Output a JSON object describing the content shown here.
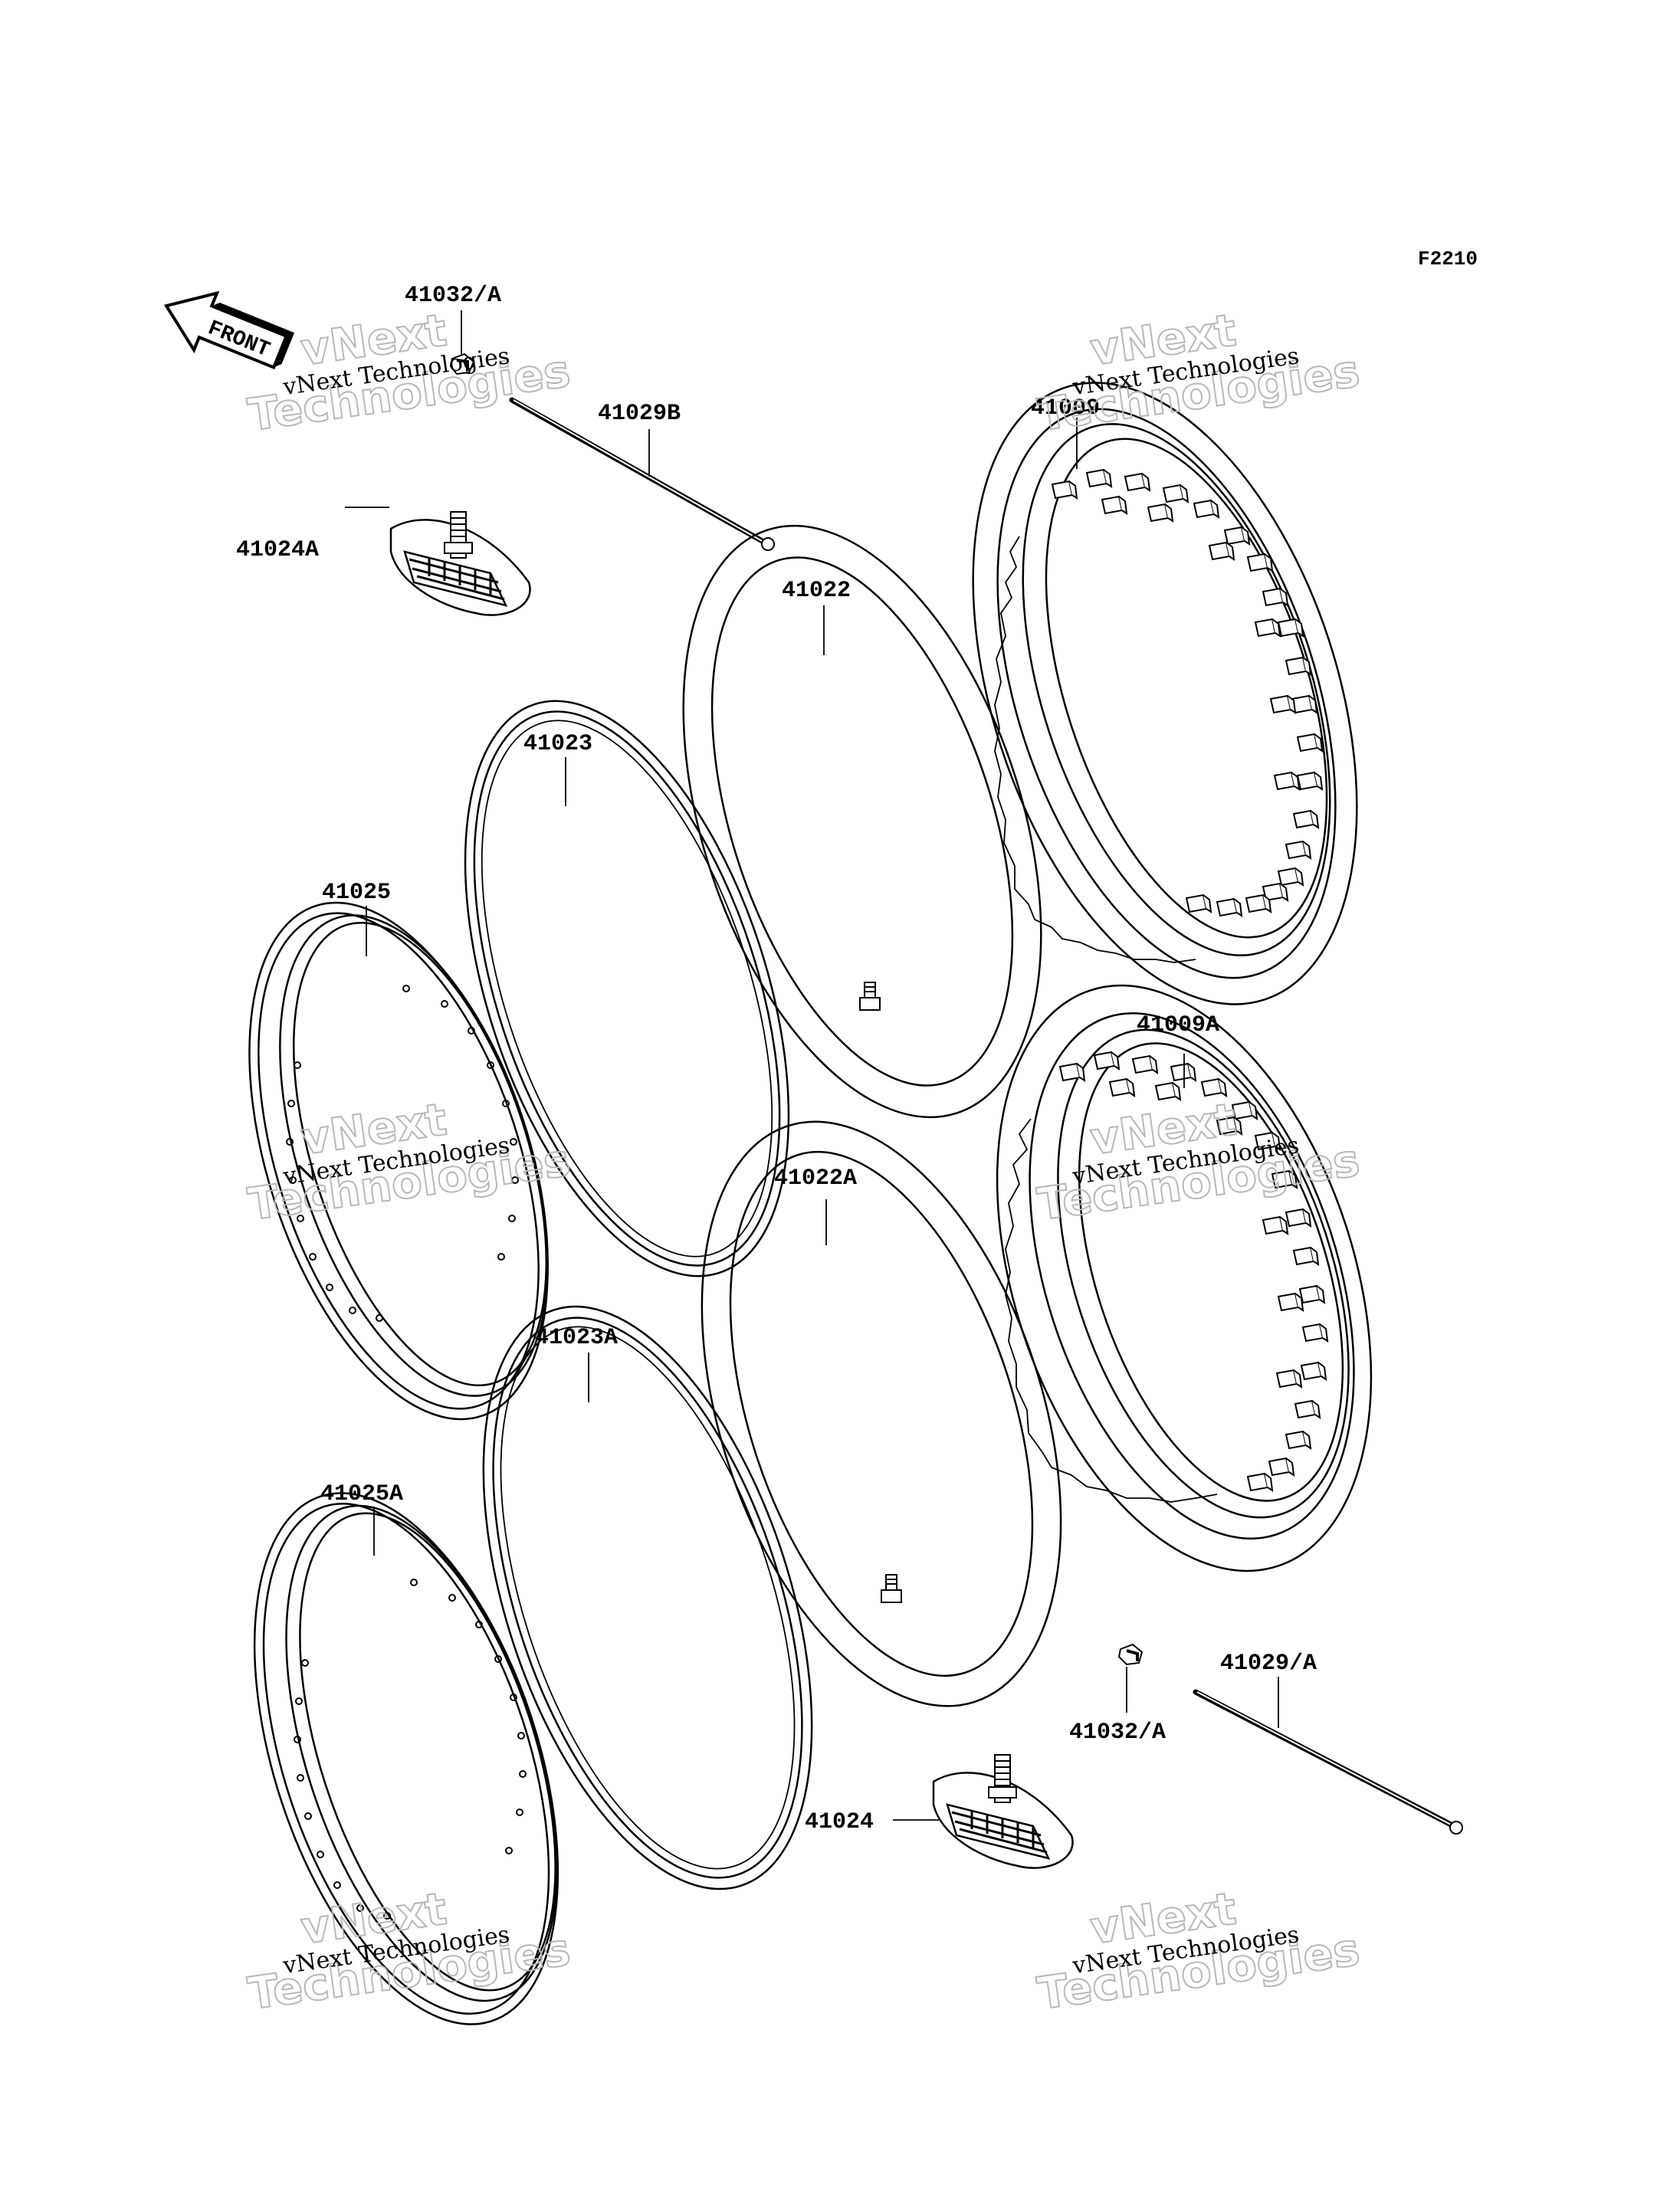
{
  "figure_code": "F2210",
  "front_label": "FRONT",
  "watermark": {
    "line1": "vNext",
    "line2": "Technologies",
    "line3": "vNext Technologies"
  },
  "callouts": {
    "p41032_top": "41032/A",
    "p41029B": "41029B",
    "p41024A": "41024A",
    "p41009": "41009",
    "p41022": "41022",
    "p41023": "41023",
    "p41025": "41025",
    "p41009A": "41009A",
    "p41022A": "41022A",
    "p41023A": "41023A",
    "p41025A": "41025A",
    "p41029A": "41029/A",
    "p41032_bottom": "41032/A",
    "p41024": "41024"
  }
}
